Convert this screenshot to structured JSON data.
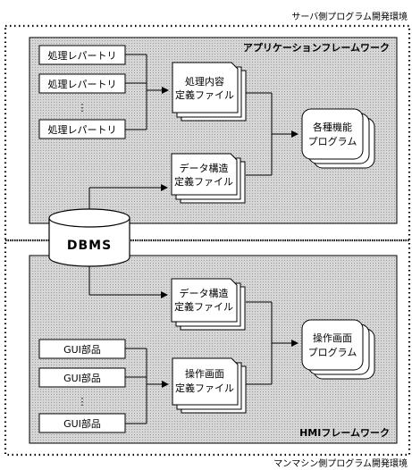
{
  "env_server": "サーバ側プログラム開発環境",
  "env_client": "マンマシン側プログラム開発環境",
  "fw_app": "アプリケーションフレームワーク",
  "fw_hmi": "HMIフレームワーク",
  "reporter": "処理レパートリ",
  "gui_part": "GUI部品",
  "ellipsis": "⋮",
  "proc_def": {
    "line1": "処理内容",
    "line2": "定義ファイル"
  },
  "data_struct": {
    "line1": "データ構造",
    "line2": "定義ファイル"
  },
  "screen_def": {
    "line1": "操作画面",
    "line2": "定義ファイル"
  },
  "app_prog": {
    "line1": "各種機能",
    "line2": "プログラム"
  },
  "screen_prog": {
    "line1": "操作画面",
    "line2": "プログラム"
  },
  "dbms": "DBMS",
  "colors": {
    "panel": "#cfcfcf",
    "panel_stripe": "#b9b9b9",
    "line": "#000000",
    "box": "#ffffff"
  }
}
